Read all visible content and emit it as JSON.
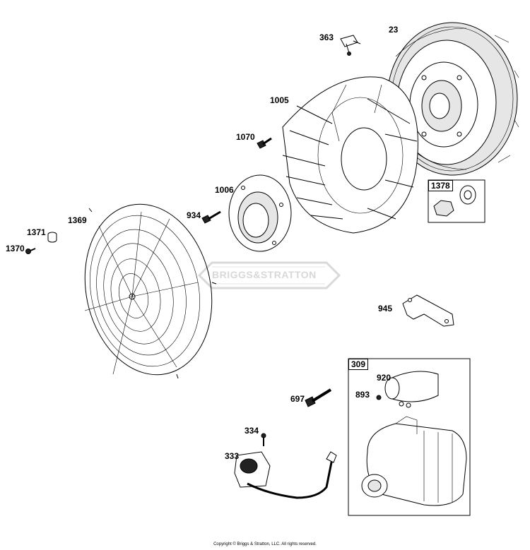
{
  "watermark": {
    "text": "BRIGGS&STRATTON"
  },
  "footer": {
    "copyright": "Copyright © Briggs & Stratton, LLC. All rights reserved."
  },
  "callouts": {
    "p363": "363",
    "p23": "23",
    "p1005": "1005",
    "p1070": "1070",
    "p1006": "1006",
    "p934": "934",
    "p1369": "1369",
    "p1371": "1371",
    "p1370": "1370",
    "p945": "945",
    "p697": "697",
    "p334": "334",
    "p333": "333",
    "p920": "920",
    "p893": "893"
  },
  "kits": {
    "k1378": "1378",
    "k309": "309"
  }
}
